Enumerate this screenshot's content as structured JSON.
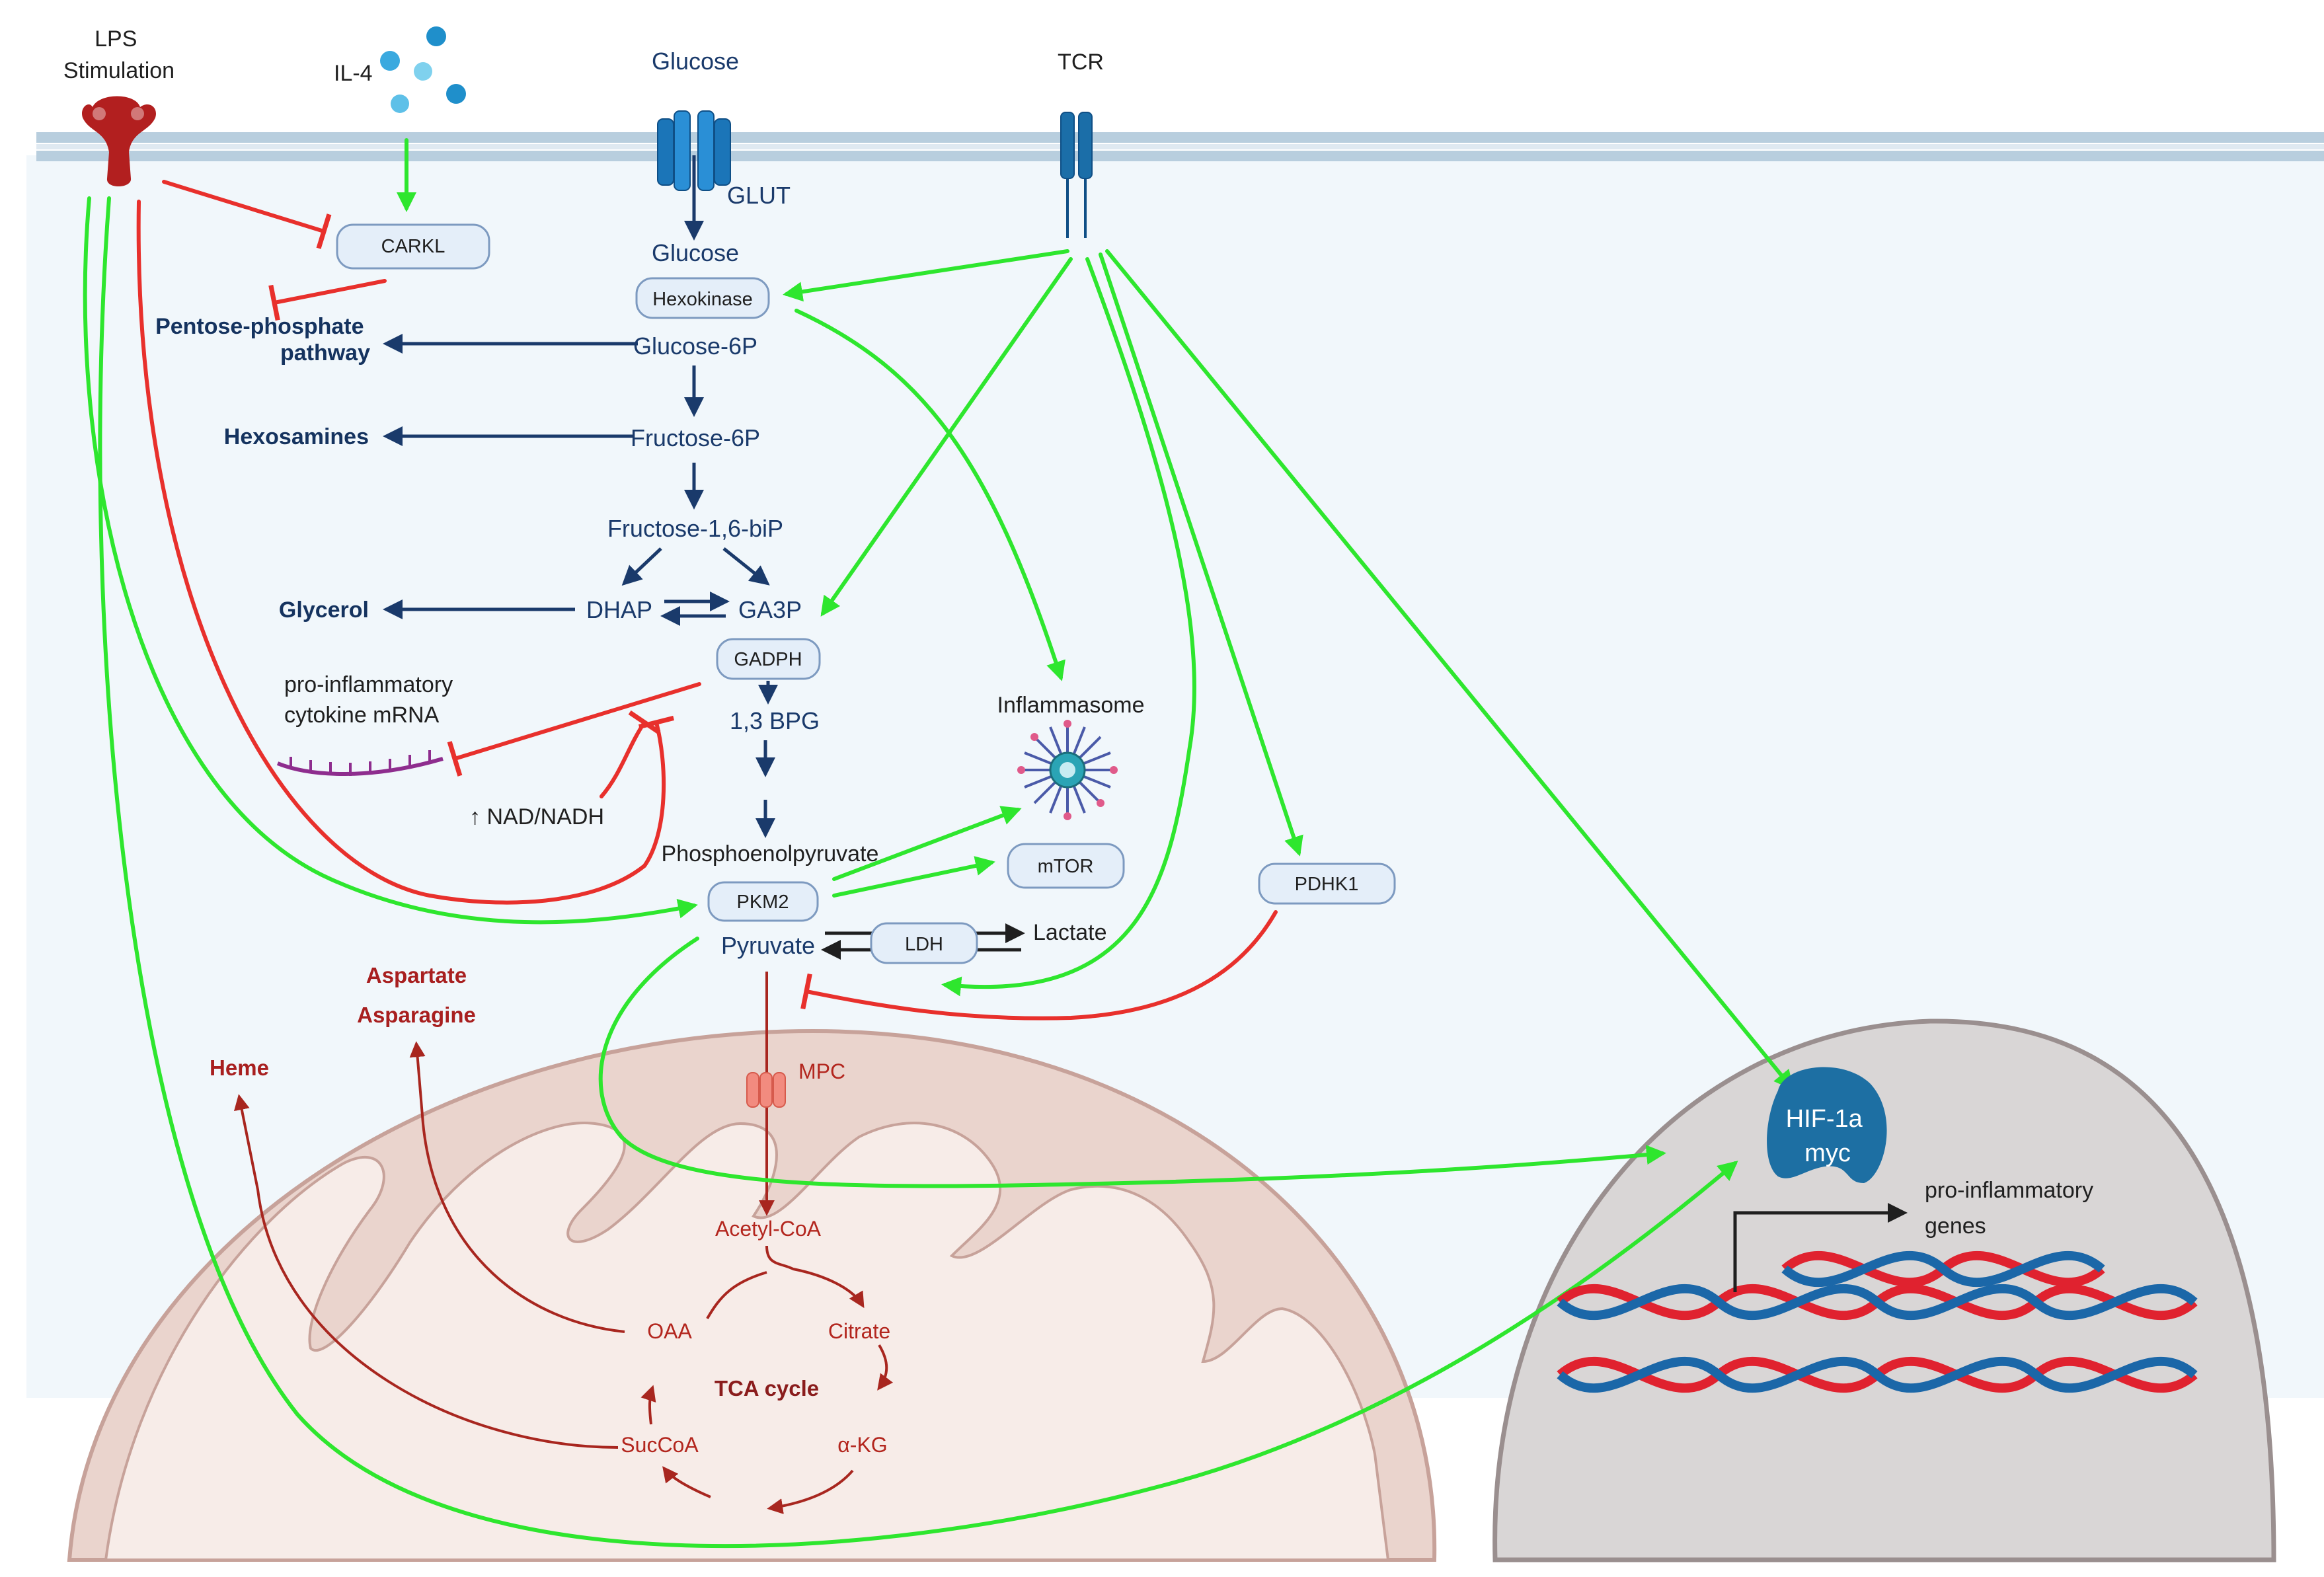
{
  "inputs": {
    "lps": "LPS\nStimulation",
    "lps_line1": "LPS",
    "lps_line2": "Stimulation",
    "il4": "IL-4",
    "glucose_top": "Glucose",
    "tcr": "TCR",
    "glut": "GLUT"
  },
  "glycolysis": {
    "glucose": "Glucose",
    "hexokinase": "Hexokinase",
    "glucose_6p": "Glucose-6P",
    "fructose_6p": "Fructose-6P",
    "fructose_16bip": "Fructose-1,6-biP",
    "dhap": "DHAP",
    "ga3p": "GA3P",
    "gadph": "GADPH",
    "bpg": "1,3 BPG",
    "pep": "Phosphoenolpyruvate",
    "pkm2": "PKM2",
    "pyruvate": "Pyruvate",
    "ldh": "LDH",
    "lactate": "Lactate"
  },
  "branches": {
    "carkl": "CARKL",
    "ppp_line1": "Pentose-phosphate",
    "ppp_line2": "pathway",
    "hexosamines": "Hexosamines",
    "glycerol": "Glycerol",
    "cytokine_line1": "pro-inflammatory",
    "cytokine_line2": "cytokine mRNA",
    "nad": "↑ NAD/NADH",
    "inflammasome": "Inflammasome",
    "mtor": "mTOR",
    "pdhk1": "PDHK1"
  },
  "mitochondria": {
    "mpc": "MPC",
    "acetyl_coa": "Acetyl-CoA",
    "citrate": "Citrate",
    "akg": "α-KG",
    "succoa": "SucCoA",
    "oaa": "OAA",
    "tca": "TCA cycle",
    "aspartate": "Aspartate",
    "asparagine": "Asparagine",
    "heme": "Heme"
  },
  "nucleus": {
    "hif_line1": "HIF-1a",
    "hif_line2": "myc",
    "genes_line1": "pro-inflammatory",
    "genes_line2": "genes"
  },
  "colors": {
    "activation": "#2ee62e",
    "inhibition": "#e8302c",
    "pathway": "#1a3a6b",
    "mito_text": "#b3261e",
    "membrane": "#b8cede",
    "cytoplasm": "#f1f7fb",
    "nucleus": "#d9d6d6",
    "hif": "#1d6fa3"
  }
}
